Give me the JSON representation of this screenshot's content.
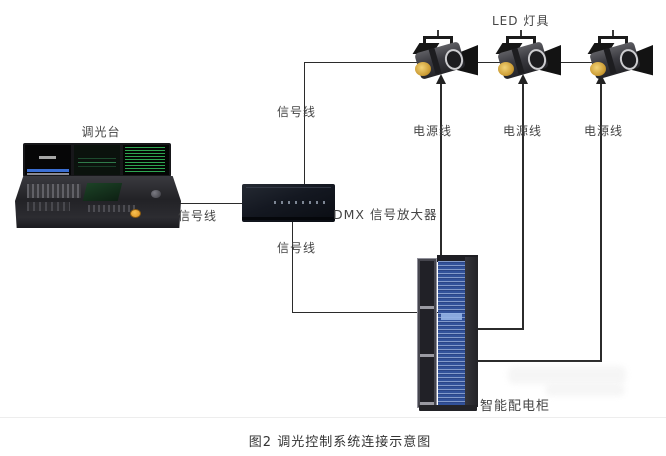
{
  "diagram": {
    "caption": "图2 调光控制系统连接示意图",
    "nodes": {
      "console": {
        "label": "调光台"
      },
      "amplifier": {
        "label": "DMX 信号放大器"
      },
      "led_lights": {
        "label": "LED 灯具",
        "count": 3
      },
      "cabinet": {
        "label": "智能配电柜"
      }
    },
    "edges": {
      "signal": [
        "信号线",
        "信号线",
        "信号线"
      ],
      "power": [
        "电源线",
        "电源线",
        "电源线"
      ]
    },
    "colors": {
      "line": "#2b2b2b",
      "label_text": "#454545",
      "lens_amber": "#cb9b33",
      "cabinet_blue": "#32529a",
      "console_screen_green": "#35c15f"
    }
  }
}
